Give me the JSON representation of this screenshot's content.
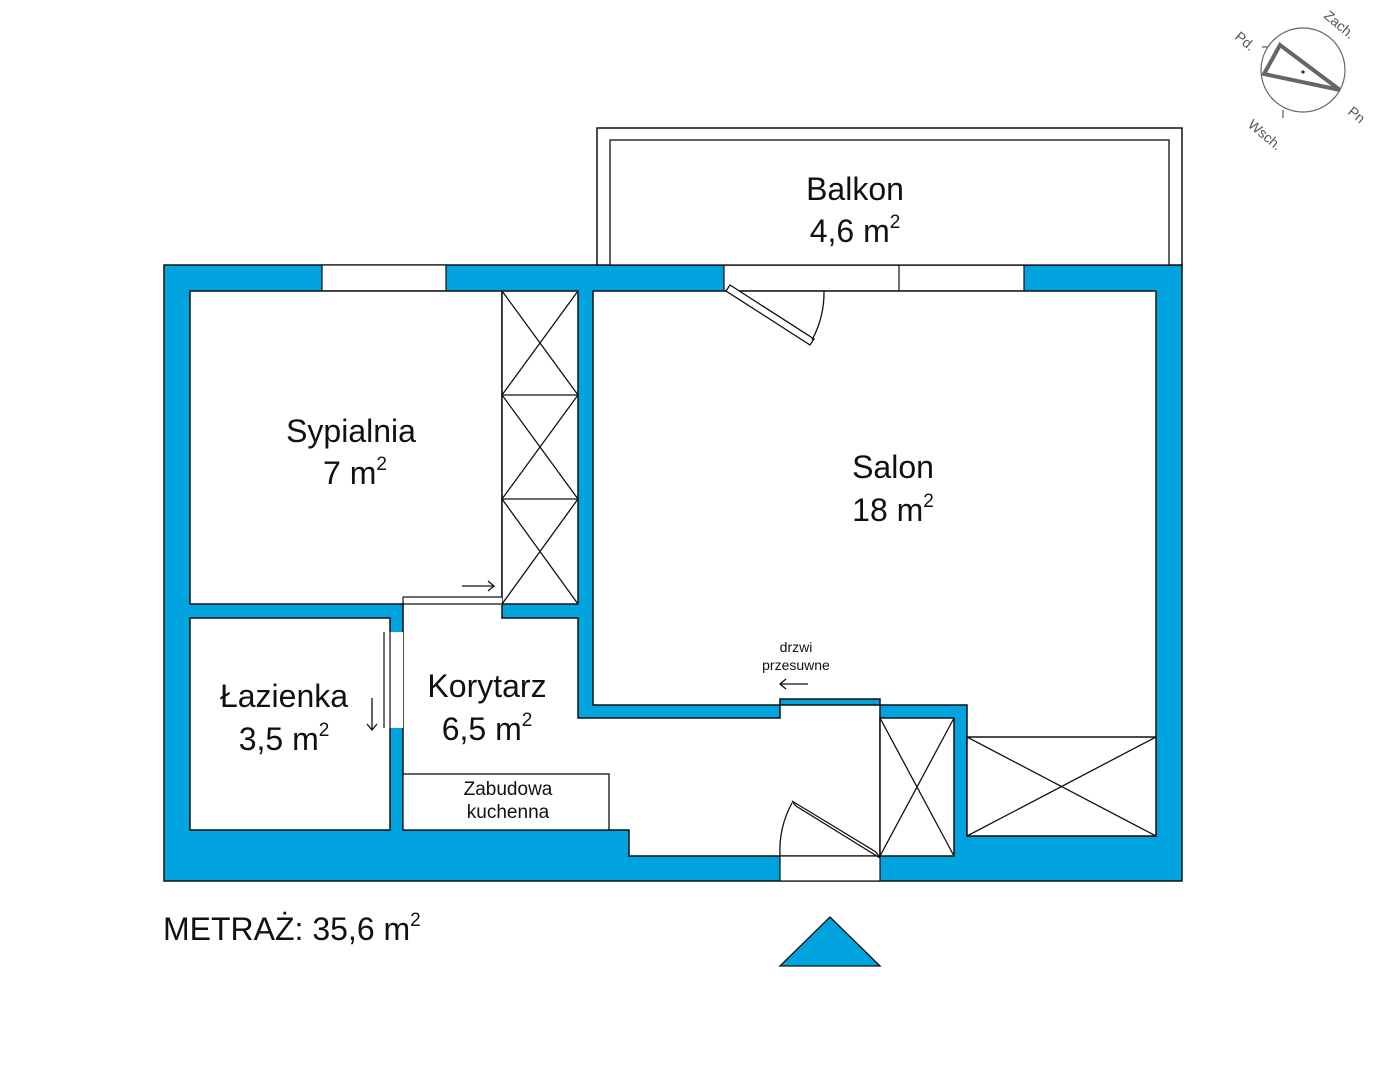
{
  "rooms": {
    "balkon": {
      "name": "Balkon",
      "area": "4,6 m",
      "sup": "2"
    },
    "sypialnia": {
      "name": "Sypialnia",
      "area": "7 m",
      "sup": "2"
    },
    "salon": {
      "name": "Salon",
      "area": "18 m",
      "sup": "2"
    },
    "lazienka": {
      "name": "Łazienka",
      "area": "3,5 m",
      "sup": "2"
    },
    "korytarz": {
      "name": "Korytarz",
      "area": "6,5 m",
      "sup": "2"
    }
  },
  "kitchen": {
    "line1": "Zabudowa",
    "line2": "kuchenna"
  },
  "sliding_door": {
    "line1": "drzwi",
    "line2": "przesuwne"
  },
  "total": {
    "label": "METRAŻ:",
    "value": "35,6 m",
    "sup": "2"
  },
  "compass": {
    "north": "Pn",
    "south": "Pd.",
    "east": "Wsch.",
    "west": "Zach."
  },
  "colors": {
    "wall": "#00a3de",
    "line": "#111111",
    "background": "#ffffff"
  }
}
